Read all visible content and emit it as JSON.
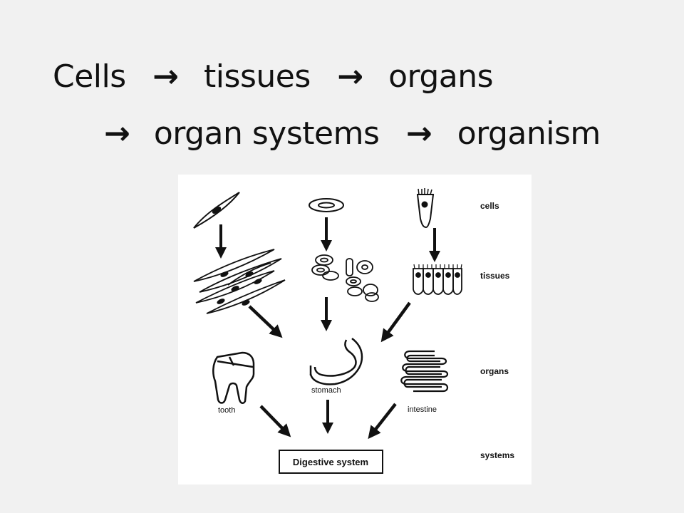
{
  "title": {
    "line1": {
      "cells": "Cells",
      "tissues": "tissues",
      "organs": "organs"
    },
    "line2": {
      "organ_systems": "organ systems",
      "organism": "organism"
    },
    "arrow_glyph": "→"
  },
  "figure": {
    "row_labels": {
      "cells": "cells",
      "tissues": "tissues",
      "organs": "organs",
      "systems": "systems"
    },
    "organ_captions": {
      "tooth": "tooth",
      "stomach": "stomach",
      "intestine": "intestine"
    },
    "system_box": "Digestive system"
  }
}
